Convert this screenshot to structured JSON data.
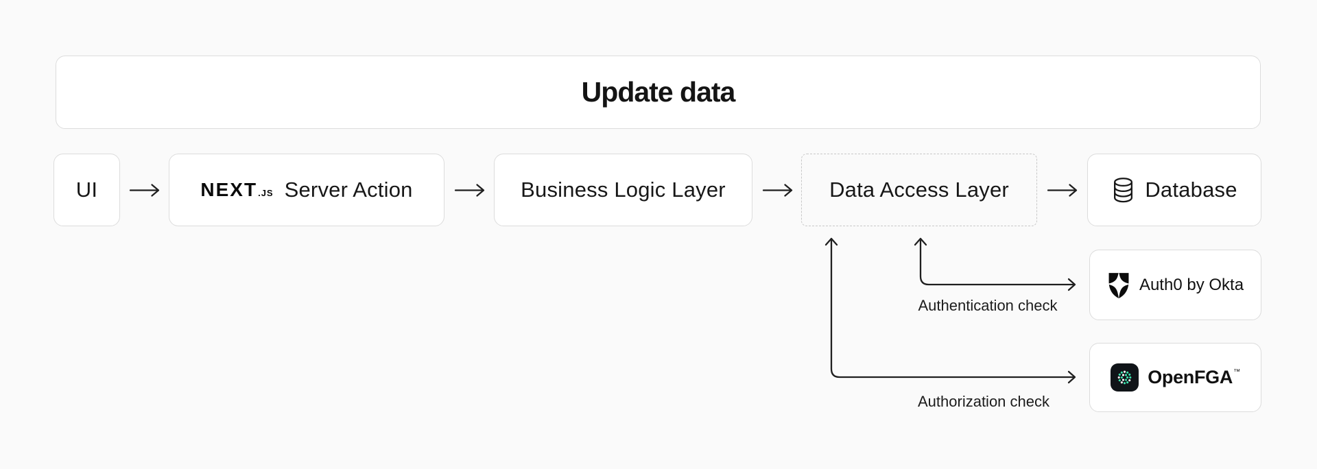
{
  "page": {
    "background": "#fafafa",
    "card_background": "#ffffff",
    "border_color": "#dcdcdc",
    "dashed_border_color": "#c7c7c7",
    "text_color": "#171717",
    "arrow_color": "#1f1f1f",
    "openfga_teal": "#3ce3ae",
    "icon_black": "#101418"
  },
  "title": {
    "label": "Update data"
  },
  "flow": {
    "nodes": [
      {
        "id": "ui",
        "label": "UI"
      },
      {
        "id": "nextjs-server-action",
        "logo": "NEXT",
        "logo_suffix": ".JS",
        "label": "Server Action"
      },
      {
        "id": "business-logic-layer",
        "label": "Business Logic Layer"
      },
      {
        "id": "data-access-layer",
        "label": "Data Access Layer",
        "style": "dashed"
      },
      {
        "id": "database",
        "label": "Database",
        "icon": "database-icon"
      }
    ]
  },
  "services": [
    {
      "id": "auth0",
      "label": "Auth0 by Okta",
      "icon": "auth0-shield-icon"
    },
    {
      "id": "openfga",
      "label": "OpenFGA",
      "tm": "™",
      "icon": "openfga-icon"
    }
  ],
  "connectors": [
    {
      "from": "data-access-layer",
      "to": "auth0",
      "label": "Authentication check"
    },
    {
      "from": "data-access-layer",
      "to": "openfga",
      "label": "Authorization check"
    }
  ]
}
